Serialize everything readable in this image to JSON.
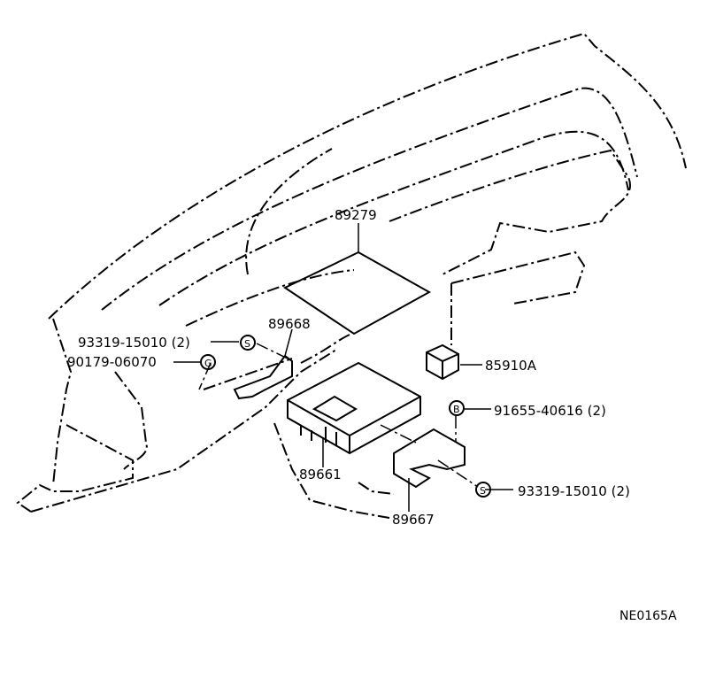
{
  "labels": {
    "part_89279": "89279",
    "part_89668": "89668",
    "part_85910a": "85910A",
    "part_93319_left": "93319-15010 (2)",
    "part_90179": "90179-06070",
    "part_91655": "91655-40616 (2)",
    "part_93319_right": "93319-15010 (2)",
    "part_89661": "89661",
    "part_89667": "89667",
    "diagram_code": "NE0165A"
  },
  "symbols": {
    "screw_left": "S",
    "nut_left": "G",
    "bolt_right": "B",
    "screw_right": "S"
  }
}
